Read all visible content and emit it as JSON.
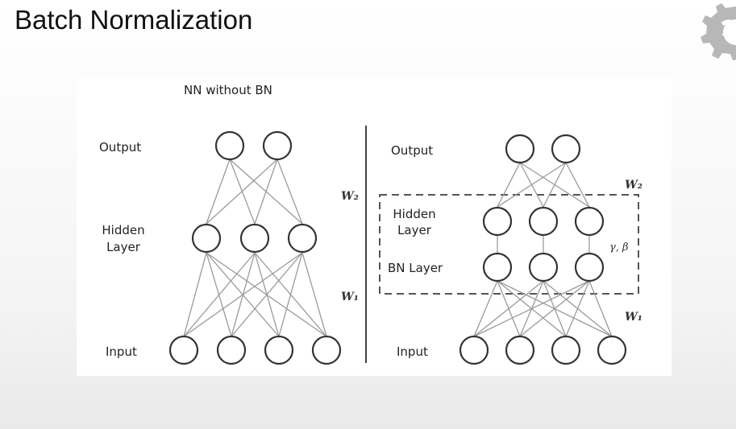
{
  "slide": {
    "title": "Batch Normalization"
  },
  "logo": {
    "icon": "gear-icon",
    "color": "#b0b0b0"
  },
  "figure": {
    "left_network": {
      "caption": "NN without BN",
      "output_label": "Output",
      "hidden_label_line1": "Hidden",
      "hidden_label_line2": "Layer",
      "input_label": "Input",
      "w2_label": "W₂",
      "w1_label": "W₁"
    },
    "right_network": {
      "output_label": "Output",
      "hidden_label_line1": "Hidden",
      "hidden_label_line2": "Layer",
      "bn_label": "BN Layer",
      "input_label": "Input",
      "params_label": "γ, β",
      "w2_label": "W₂",
      "w1_label": "W₁"
    }
  }
}
